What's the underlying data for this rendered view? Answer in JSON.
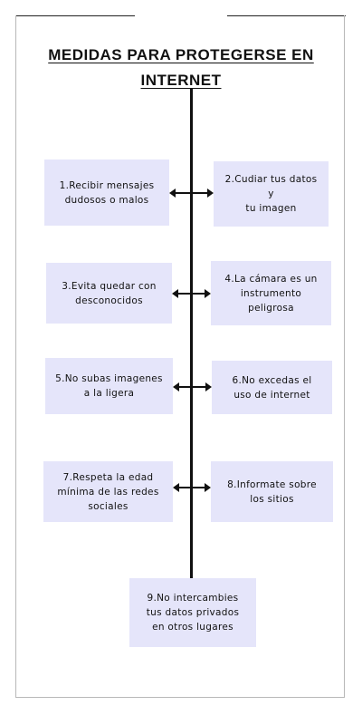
{
  "title_line1": "MEDIDAS PARA PROTEGERSE EN",
  "title_line2": "INTERNET",
  "colors": {
    "box_fill": "#e5e5fa",
    "line": "#111111"
  },
  "items": [
    {
      "text_line1": "1.Recibir mensajes",
      "text_line2": "dudosos o malos"
    },
    {
      "text_line1": "2.Cudiar tus datos y",
      "text_line2": "tu imagen"
    },
    {
      "text_line1": "3.Evita quedar con",
      "text_line2": "desconocidos"
    },
    {
      "text_line1": "4.La cámara es un",
      "text_line2": "instrumento peligrosa"
    },
    {
      "text_line1": "5.No subas imagenes",
      "text_line2": "a la ligera"
    },
    {
      "text_line1": "6.No excedas el",
      "text_line2": "uso de internet"
    },
    {
      "text_line1": "7.Respeta la edad",
      "text_line2": "mínima de las redes",
      "text_line3": "sociales"
    },
    {
      "text_line1": "8.Informate sobre",
      "text_line2": "los sitios"
    },
    {
      "text_line1": "9.No intercambies",
      "text_line2": "tus datos privados",
      "text_line3": "en otros lugares"
    }
  ]
}
